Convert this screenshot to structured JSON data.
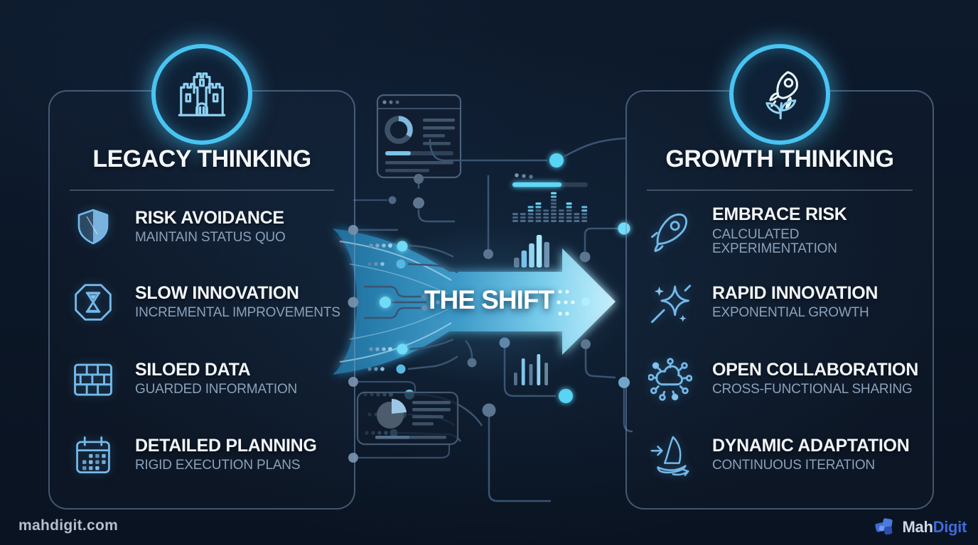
{
  "meta": {
    "watermark": "mahdigit.com",
    "brand_first": "Mah",
    "brand_second": "Digit"
  },
  "center": {
    "label": "THE SHIFT"
  },
  "panels": {
    "left": {
      "title": "LEGACY THINKING",
      "badge_icon": "castle-icon",
      "items": [
        {
          "icon": "shield-icon",
          "title": "RISK AVOIDANCE",
          "subtitle": "MAINTAIN STATUS QUO"
        },
        {
          "icon": "hourglass-icon",
          "title": "SLOW INNOVATION",
          "subtitle": "INCREMENTAL IMPROVEMENTS"
        },
        {
          "icon": "brick-wall-icon",
          "title": "SILOED DATA",
          "subtitle": "GUARDED INFORMATION"
        },
        {
          "icon": "calendar-icon",
          "title": "DETAILED PLANNING",
          "subtitle": "RIGID EXECUTION PLANS"
        }
      ]
    },
    "right": {
      "title": "GROWTH THINKING",
      "badge_icon": "rocket-plant-icon",
      "items": [
        {
          "icon": "rocket-icon",
          "title": "EMBRACE RISK",
          "subtitle": "CALCULATED EXPERIMENTATION"
        },
        {
          "icon": "sparkles-icon",
          "title": "RAPID INNOVATION",
          "subtitle": "EXPONENTIAL GROWTH"
        },
        {
          "icon": "network-cloud-icon",
          "title": "OPEN COLLABORATION",
          "subtitle": "CROSS-FUNCTIONAL SHARING"
        },
        {
          "icon": "sailboat-icon",
          "title": "DYNAMIC ADAPTATION",
          "subtitle": "CONTINUOUS ITERATION"
        }
      ]
    }
  },
  "decor": {
    "equalizer_counts": [
      3,
      3,
      5,
      6,
      4,
      9,
      4,
      6,
      3,
      5
    ],
    "bars_top": [
      14,
      24,
      34,
      46,
      36
    ],
    "bars_bottom": [
      18,
      38,
      30,
      44,
      32
    ]
  },
  "colors": {
    "background": "#0b1626",
    "accent_cyan": "#4ec9f5",
    "panel_border": "#7c98bc",
    "title_white": "#f3f7fb",
    "subtitle_gray": "#8ba1b9",
    "arrow_tip": "#c8f2ff",
    "logo_blue": "#3c6bd9"
  }
}
